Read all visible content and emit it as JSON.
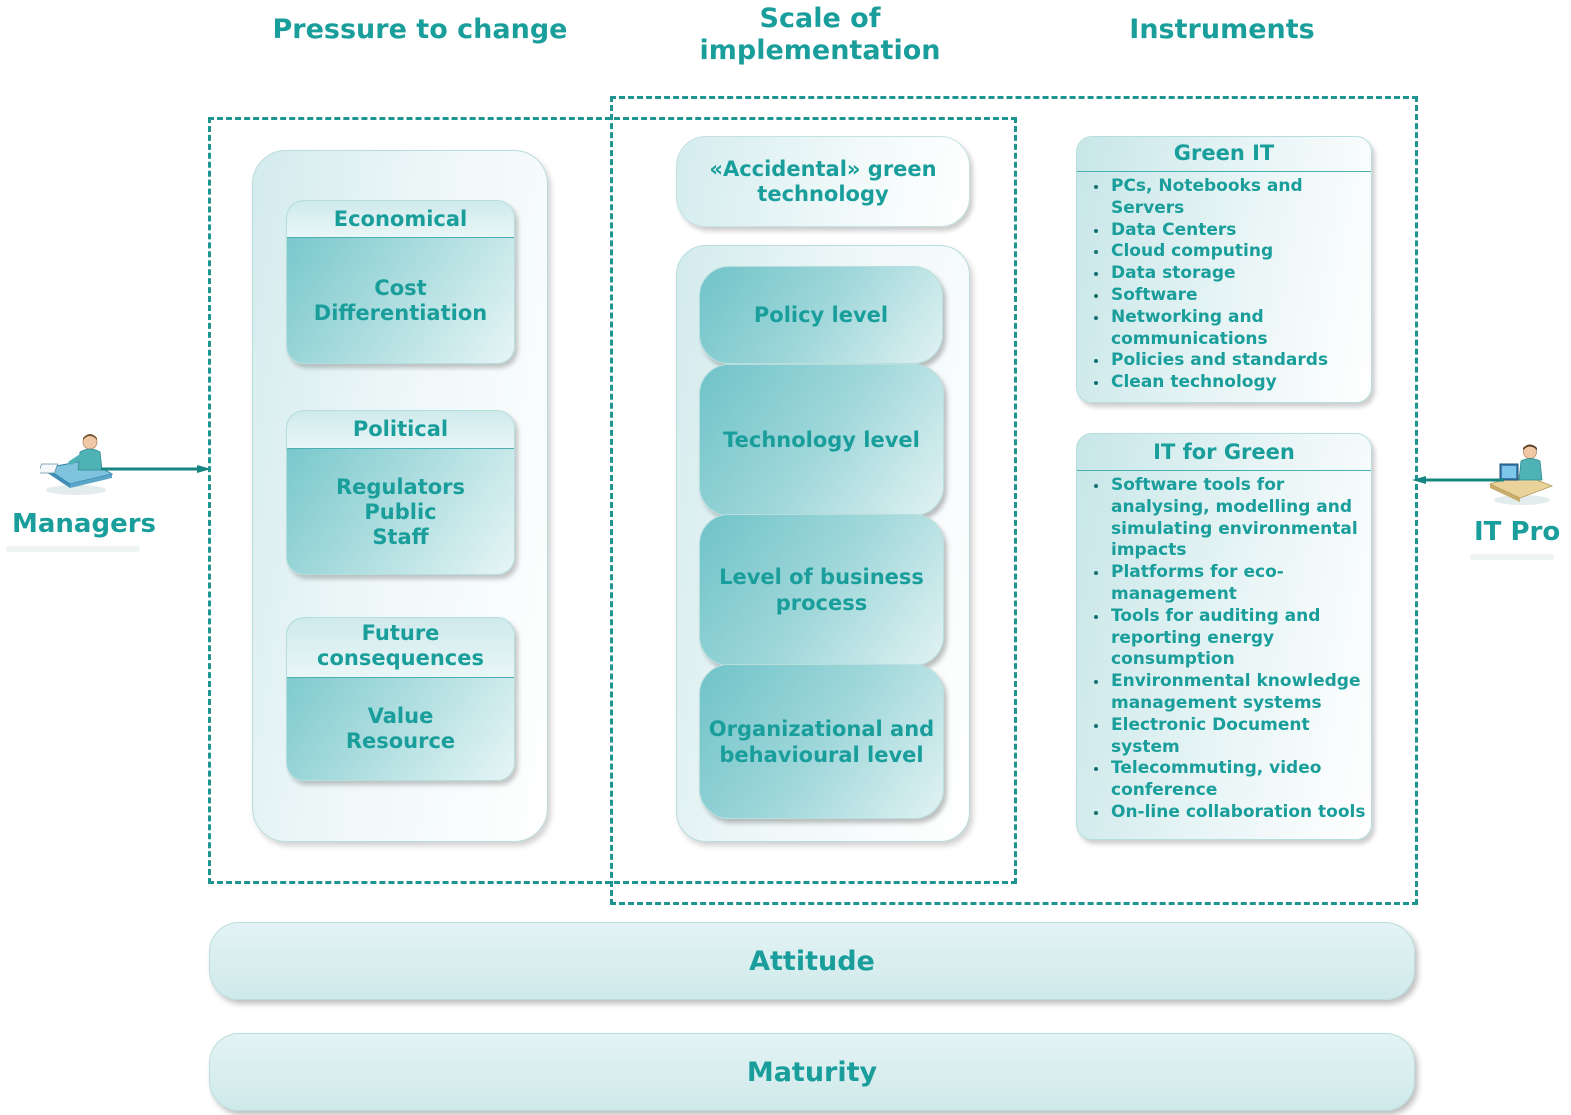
{
  "columns": {
    "pressure": "Pressure to change",
    "scale_line1": "Scale of",
    "scale_line2": "implementation",
    "instruments": "Instruments"
  },
  "pressure": {
    "cards": [
      {
        "title": "Economical",
        "lines": [
          "Cost",
          "Differentiation"
        ]
      },
      {
        "title": "Political",
        "lines": [
          "Regulators",
          "Public",
          "Staff"
        ]
      },
      {
        "title_line1": "Future",
        "title_line2": "consequences",
        "lines": [
          "Value",
          "Resource"
        ]
      }
    ]
  },
  "scale": {
    "accidental_line1": "«Accidental» green",
    "accidental_line2": "technology",
    "levels": [
      {
        "line1": "Policy level"
      },
      {
        "line1": "Technology level"
      },
      {
        "line1": "Level of business",
        "line2": "process"
      },
      {
        "line1": "Organizational and",
        "line2": "behavioural level"
      }
    ]
  },
  "instruments": {
    "green_it": {
      "title": "Green IT",
      "items": [
        "PCs, Notebooks and Servers",
        "Data Centers",
        "Cloud computing",
        "Data storage",
        "Software",
        "Networking and communications",
        "Policies and standards",
        "Clean technology"
      ]
    },
    "it_for_green": {
      "title": "IT for Green",
      "items": [
        "Software tools for analysing, modelling and simulating environmental impacts",
        "Platforms for eco-management",
        "Tools for auditing and reporting energy consumption",
        "Environmental knowledge management systems",
        "Electronic Document system",
        "Telecommuting, video conference",
        "On-line collaboration tools"
      ]
    }
  },
  "actors": {
    "left": {
      "label": "Managers",
      "icon": "manager-at-desk-icon"
    },
    "right": {
      "label": "IT Pro",
      "icon": "it-professional-at-desk-icon"
    }
  },
  "bars": {
    "attitude": "Attitude",
    "maturity": "Maturity"
  },
  "colors": {
    "accent": "#1a9e9b",
    "dash": "#1f9591"
  }
}
